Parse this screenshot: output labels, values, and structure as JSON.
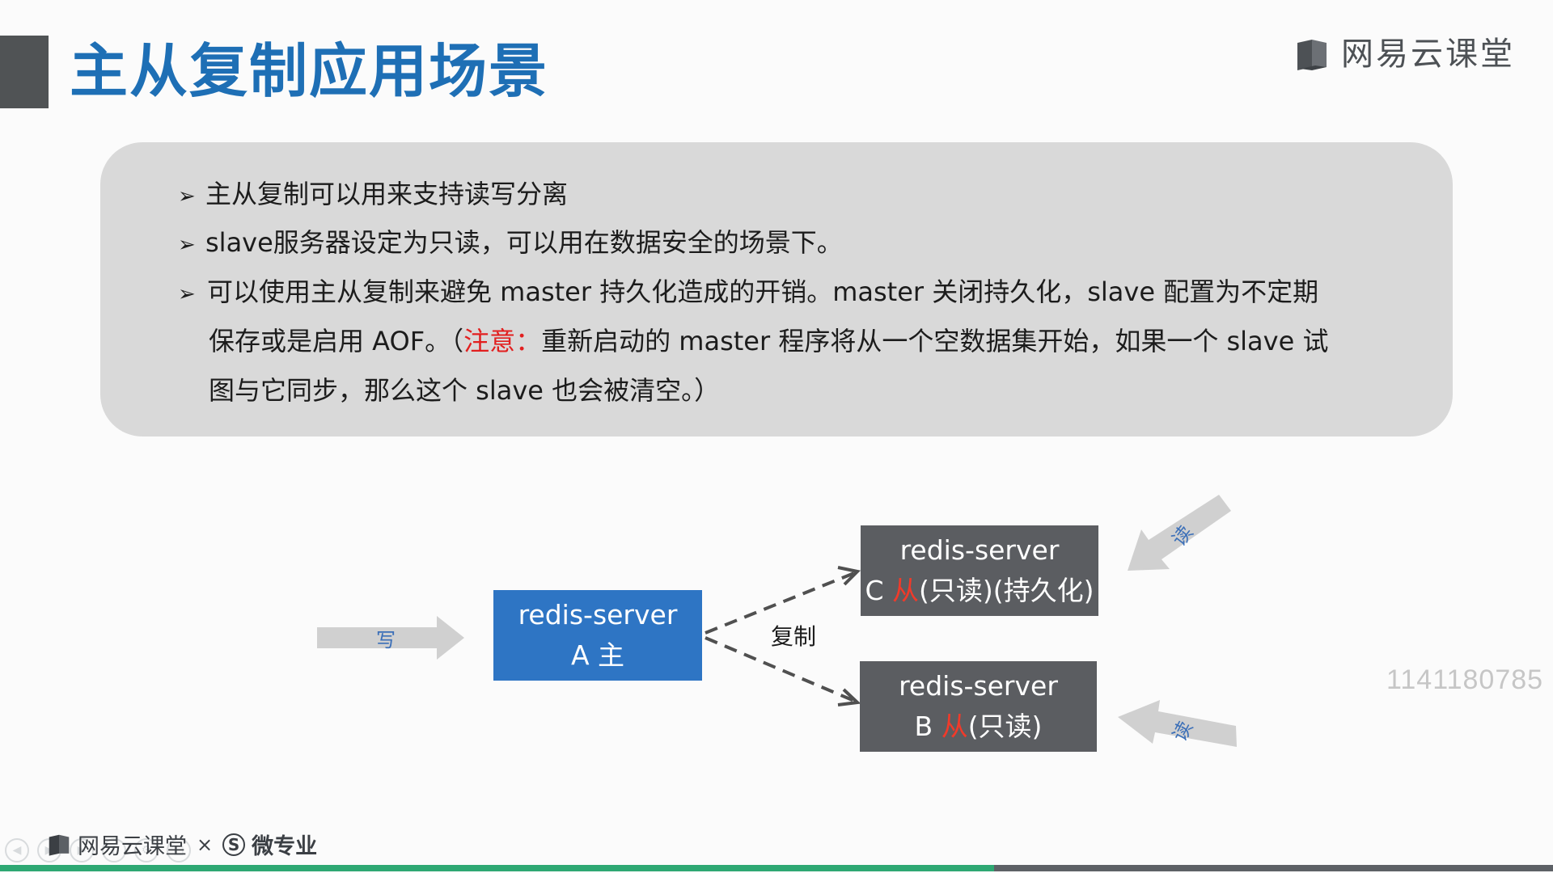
{
  "slide": {
    "title": "主从复制应用场景",
    "brand": "网易云课堂"
  },
  "bullets": {
    "arrow": "➢",
    "b1": "主从复制可以用来支持读写分离",
    "b2": "slave服务器设定为只读，可以用在数据安全的场景下。",
    "b3_line1": "可以使用主从复制来避免 master 持久化造成的开销。master 关闭持久化，slave 配置为不定期",
    "b3_line2_pre": "保存或是启用 AOF。（",
    "b3_line2_warn": "注意：",
    "b3_line2_post": "重新启动的 master 程序将从一个空数据集开始，如果一个 slave 试",
    "b3_line3": "图与它同步，那么这个 slave 也会被清空。）"
  },
  "diagram": {
    "server_a": {
      "name": "redis-server",
      "role_prefix": "A ",
      "role": "主"
    },
    "server_c": {
      "name": "redis-server",
      "role_prefix": "C ",
      "role_red": "从",
      "role_suffix": "(只读)(持久化)"
    },
    "server_b": {
      "name": "redis-server",
      "role_prefix": "B ",
      "role_red": "从",
      "role_suffix": "(只读)"
    },
    "replicate_label": "复制",
    "write_label": "写",
    "read_label": "读"
  },
  "watermark": "1141180785",
  "footer": {
    "brand": "网易云课堂",
    "x": "×",
    "s_icon": "S",
    "pro": "微专业"
  },
  "player": {
    "progress": 0.64
  },
  "colors": {
    "title_blue": "#1e6fb5",
    "server_master": "#2e75c4",
    "server_slave": "#5b5d61",
    "warn_red": "#e21f1f",
    "progress_green": "#2ea873"
  },
  "icons": {
    "brand_logo": "book-icon",
    "list_marker": "arrow-bullet-icon",
    "flow_arrow": "block-arrow-icon"
  }
}
